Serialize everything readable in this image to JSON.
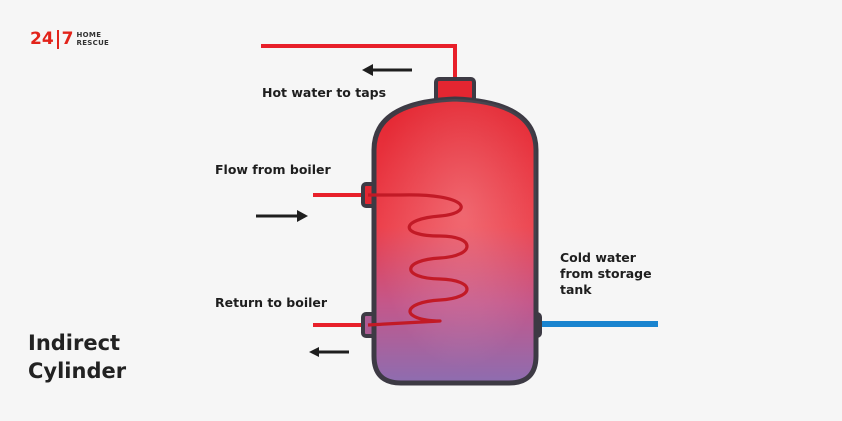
{
  "logo": {
    "num_left": "24",
    "num_right": "7",
    "line1": "HOME",
    "line2": "RESCUE"
  },
  "title": {
    "line1": "Indirect",
    "line2": "Cylinder"
  },
  "labels": {
    "hot": "Hot water to taps",
    "flow": "Flow from boiler",
    "ret": "Return to boiler",
    "cold1": "Cold water",
    "cold2": "from storage",
    "cold3": "tank"
  },
  "colors": {
    "hot_pipe": "#e8202a",
    "cold_pipe": "#1a84cf",
    "outline": "#3d3a44",
    "arrow": "#1e1e1e",
    "tank_top": "#e42631",
    "tank_bottom": "#8d6db0"
  }
}
